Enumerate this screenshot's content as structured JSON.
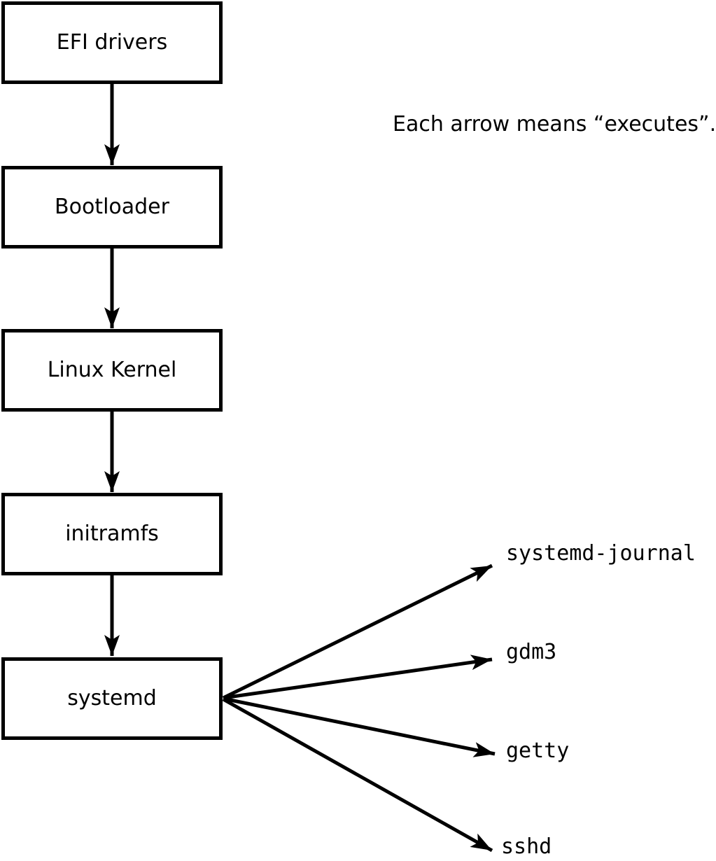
{
  "annotation": {
    "text": "Each arrow means “executes”."
  },
  "nodes": [
    {
      "id": "efi-drivers",
      "label": "EFI drivers"
    },
    {
      "id": "bootloader",
      "label": "Bootloader"
    },
    {
      "id": "linux-kernel",
      "label": "Linux Kernel"
    },
    {
      "id": "initramfs",
      "label": "initramfs"
    },
    {
      "id": "systemd",
      "label": "systemd"
    }
  ],
  "spawned_processes": [
    {
      "label": "systemd-journal"
    },
    {
      "label": "gdm3"
    },
    {
      "label": "getty"
    },
    {
      "label": "sshd"
    }
  ],
  "arrow_semantics": "executes",
  "colors": {
    "background": "#ffffff",
    "line": "#000000",
    "box_fill": "#ffffff",
    "box_border": "#000000",
    "text": "#000000"
  }
}
